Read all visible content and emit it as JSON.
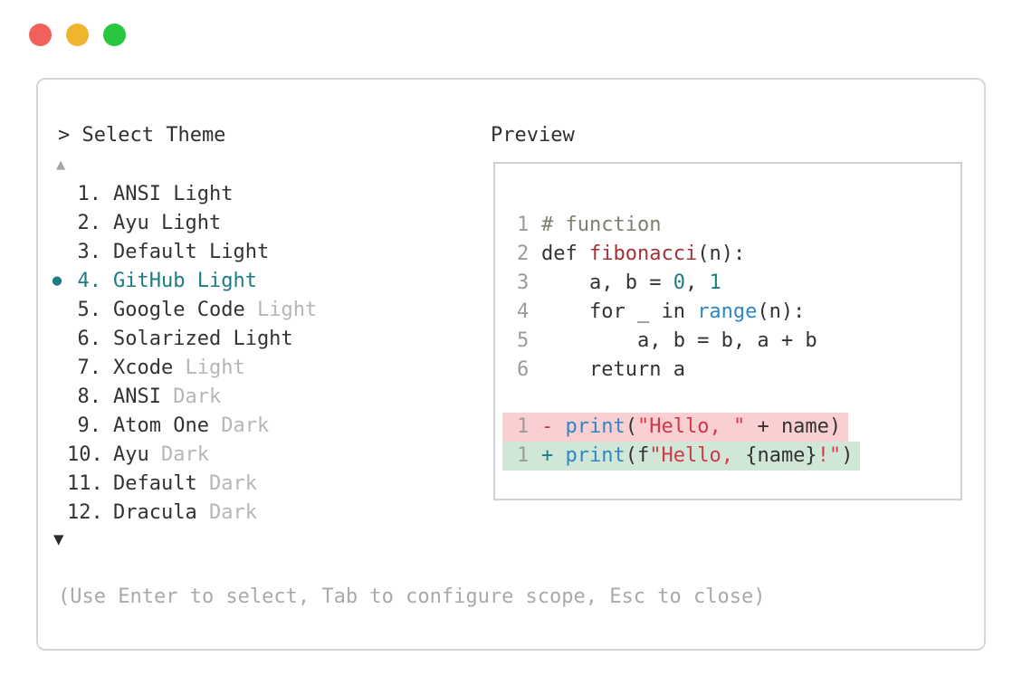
{
  "window": {
    "traffic_lights": [
      {
        "name": "close",
        "color": "#f2605a"
      },
      {
        "name": "minimize",
        "color": "#f0b42d"
      },
      {
        "name": "zoom",
        "color": "#29c740"
      }
    ],
    "header": "> Select Theme",
    "scroll_up_indicator": "▲",
    "scroll_down_indicator": "▼",
    "hint": "(Use Enter to select, Tab to configure scope, Esc to close)"
  },
  "theme_list": {
    "selection_bullet": "●",
    "selected_item": "GitHub Light",
    "items": [
      {
        "num": "1.",
        "main": "ANSI Light",
        "suffix": "",
        "selected": false
      },
      {
        "num": "2.",
        "main": "Ayu Light",
        "suffix": "",
        "selected": false
      },
      {
        "num": "3.",
        "main": "Default Light",
        "suffix": "",
        "selected": false
      },
      {
        "num": "4.",
        "main": "GitHub Light",
        "suffix": "",
        "selected": true
      },
      {
        "num": "5.",
        "main": "Google Code ",
        "suffix": "Light",
        "selected": false
      },
      {
        "num": "6.",
        "main": "Solarized Light",
        "suffix": "",
        "selected": false
      },
      {
        "num": "7.",
        "main": "Xcode ",
        "suffix": "Light",
        "selected": false
      },
      {
        "num": "8.",
        "main": "ANSI ",
        "suffix": "Dark",
        "selected": false
      },
      {
        "num": "9.",
        "main": "Atom One ",
        "suffix": "Dark",
        "selected": false
      },
      {
        "num": "10.",
        "main": "Ayu ",
        "suffix": "Dark",
        "selected": false
      },
      {
        "num": "11.",
        "main": "Default ",
        "suffix": "Dark",
        "selected": false
      },
      {
        "num": "12.",
        "main": "Dracula ",
        "suffix": "Dark",
        "selected": false
      }
    ]
  },
  "preview": {
    "title": "Preview",
    "code_lines": [
      {
        "num": "1",
        "segments": [
          {
            "t": "# function",
            "c": "comment"
          }
        ]
      },
      {
        "num": "2",
        "segments": [
          {
            "t": "def ",
            "c": "text"
          },
          {
            "t": "fibonacci",
            "c": "function"
          },
          {
            "t": "(n):",
            "c": "text"
          }
        ]
      },
      {
        "num": "3",
        "segments": [
          {
            "t": "    a, b = ",
            "c": "text"
          },
          {
            "t": "0",
            "c": "number"
          },
          {
            "t": ", ",
            "c": "text"
          },
          {
            "t": "1",
            "c": "number"
          }
        ]
      },
      {
        "num": "4",
        "segments": [
          {
            "t": "    for _ in ",
            "c": "text"
          },
          {
            "t": "range",
            "c": "blue"
          },
          {
            "t": "(n):",
            "c": "text"
          }
        ]
      },
      {
        "num": "5",
        "segments": [
          {
            "t": "        a, b = b, a + b",
            "c": "text"
          }
        ]
      },
      {
        "num": "6",
        "segments": [
          {
            "t": "    return a",
            "c": "text"
          }
        ]
      }
    ],
    "diff_lines": [
      {
        "num": "1",
        "bg": "removed",
        "segments": [
          {
            "t": "- ",
            "c": "string"
          },
          {
            "t": "print",
            "c": "blue"
          },
          {
            "t": "(",
            "c": "text"
          },
          {
            "t": "\"Hello, \"",
            "c": "string"
          },
          {
            "t": " + name)",
            "c": "text"
          }
        ]
      },
      {
        "num": "1",
        "bg": "added",
        "segments": [
          {
            "t": "+ ",
            "c": "number"
          },
          {
            "t": "print",
            "c": "blue"
          },
          {
            "t": "(f",
            "c": "text"
          },
          {
            "t": "\"Hello, ",
            "c": "string"
          },
          {
            "t": "{name}",
            "c": "text"
          },
          {
            "t": "!\"",
            "c": "string"
          },
          {
            "t": ")",
            "c": "text"
          }
        ]
      }
    ]
  },
  "palette": {
    "text": "#333333",
    "dim": "#b6b6b6",
    "line_number": "#9c9c9c",
    "accent_teal": "#1b7c83",
    "comment": "#7a8171",
    "function": "#a43137",
    "string": "#d13949",
    "blue": "#2f87c5",
    "number": "#1b7c83",
    "removed_bg": "#f9cfd1",
    "added_bg": "#d0e7d7"
  }
}
